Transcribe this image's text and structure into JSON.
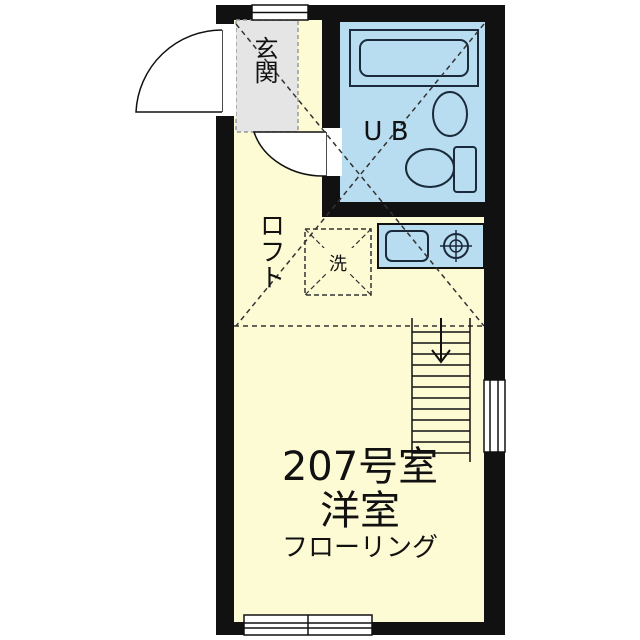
{
  "floor_plan": {
    "room_number": "207号室",
    "room_type": "洋室",
    "flooring": "フローリング",
    "entrance": "玄関",
    "unit_bath": "U B",
    "loft": "ロフト",
    "washer": "洗"
  },
  "colors": {
    "wall": "#111111",
    "floor": "#fdfbd4",
    "entrance_floor": "#e5e5e5",
    "fixture_fill": "#b8dcf0",
    "fixture_stroke": "#1a2a3a"
  }
}
